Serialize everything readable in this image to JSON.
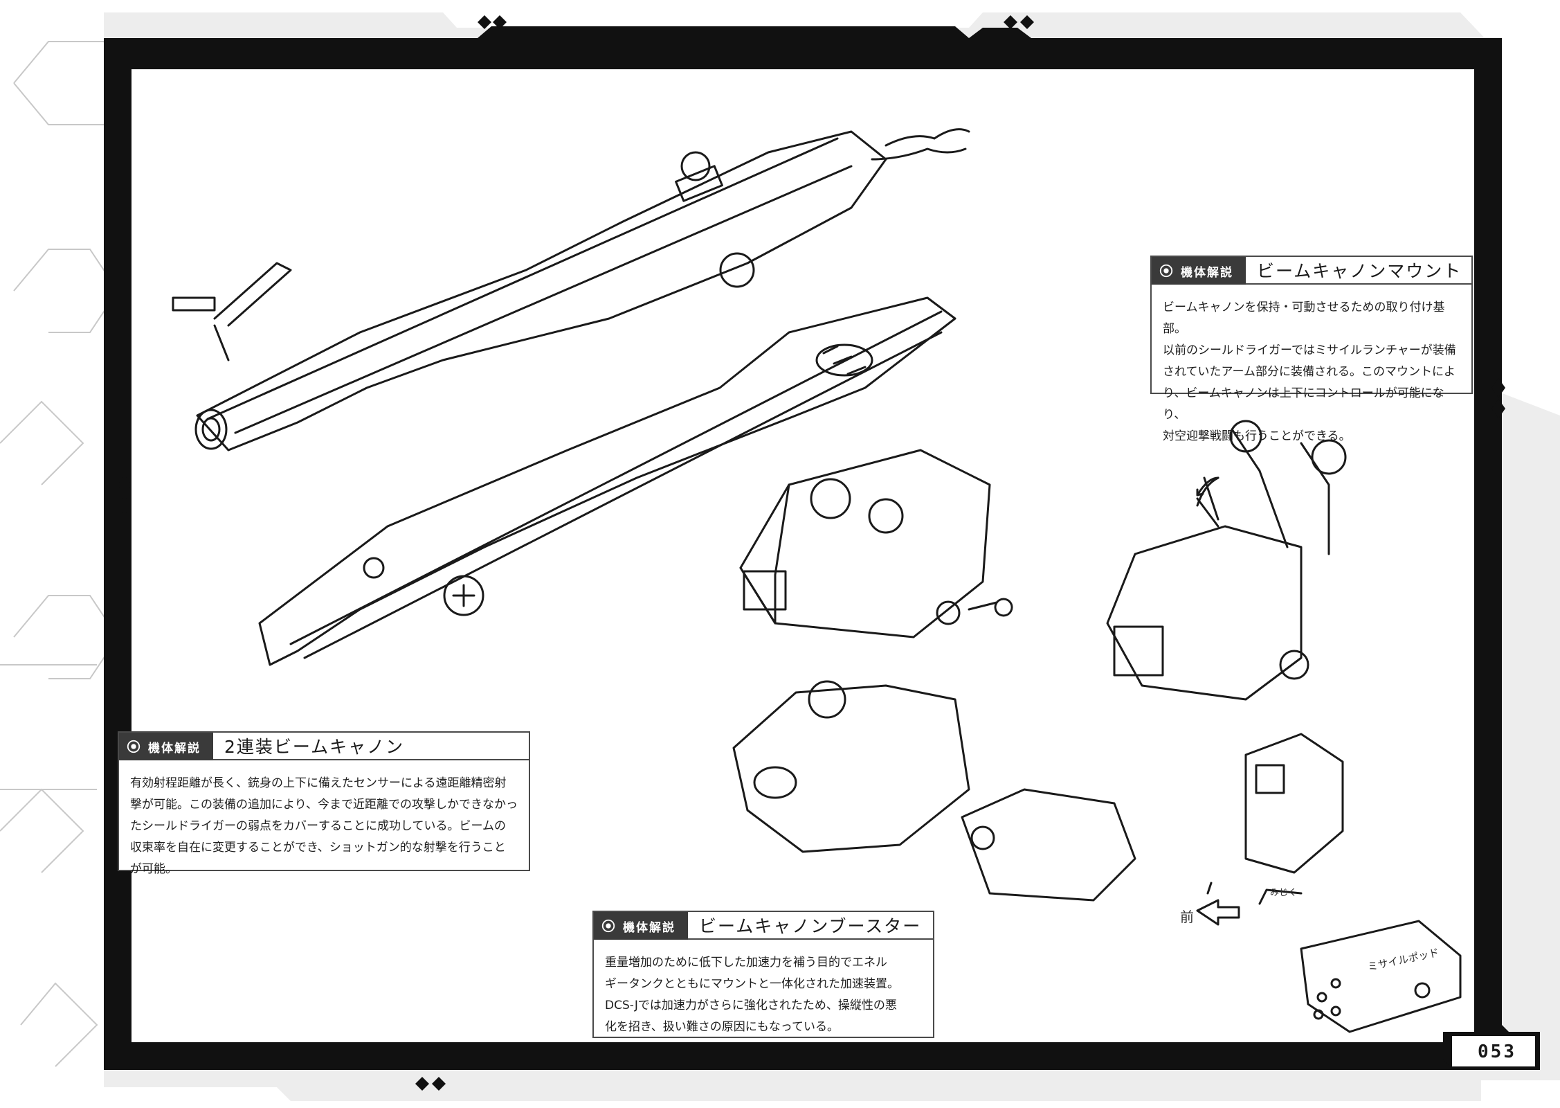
{
  "badge_label": "機体解説",
  "boxes": {
    "mount": {
      "title": "ビームキャノンマウント",
      "body": "ビームキャノンを保持・可動させるための取り付け基部。\n以前のシールドライガーではミサイルランチャーが装備\nされていたアーム部分に装備される。このマウントによ\nり、ビームキャノンは上下にコントロールが可能になり、\n対空迎撃戦闘も行うことができる。"
    },
    "cannon": {
      "title": "2連装ビームキャノン",
      "body": "有効射程距離が長く、銃身の上下に備えたセンサーによる遠距離精密射\n撃が可能。この装備の追加により、今まで近距離での攻撃しかできなかっ\nたシールドライガーの弱点をカバーすることに成功している。ビームの\n収束率を自在に変更することができ、ショットガン的な射撃を行うこと\nが可能。"
    },
    "booster": {
      "title": "ビームキャノンブースター",
      "body": "重量増加のために低下した加速力を補う目的でエネル\nギータンクとともにマウントと一体化された加速装置。\nDCS-Jでは加速力がさらに強化されたため、操縦性の悪\n化を招き、扱い難さの原因にもなっている。"
    }
  },
  "sketch_notes": {
    "front": "前",
    "missile_pod": "ミサイルポッド",
    "shinjiku": "みじく"
  },
  "page_number": "053"
}
